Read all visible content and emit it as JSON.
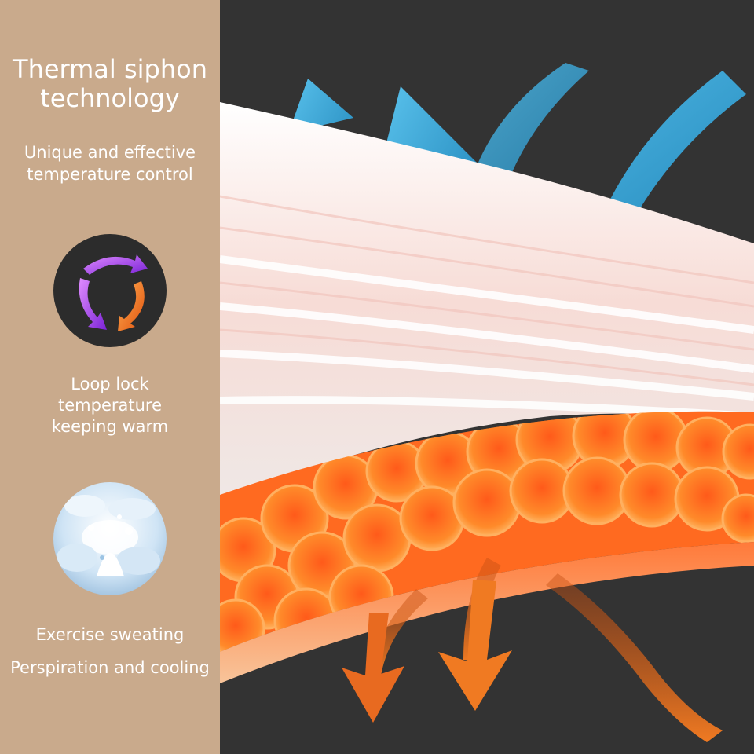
{
  "sidebar": {
    "heading": [
      "Thermal siphon",
      "technology"
    ],
    "subheading": [
      "Unique and effective",
      "temperature control"
    ],
    "feature_loop": [
      "Loop lock",
      "temperature",
      "keeping warm"
    ],
    "feature_exercise": "Exercise sweating",
    "feature_perspiration": "Perspiration and cooling",
    "icons": [
      "cycle-arrows-icon",
      "water-splash-icon"
    ]
  },
  "colors": {
    "sidebar_bg": "#c9aa8c",
    "scene_bg": "#333333",
    "cool_arrow": "#2a9fcf",
    "warm_arrow": "#e4681a",
    "bubble": "#ff7a1a",
    "fabric": "#f6ecea",
    "cycle_purple": "#b14df0",
    "cycle_orange": "#f07a1a"
  }
}
